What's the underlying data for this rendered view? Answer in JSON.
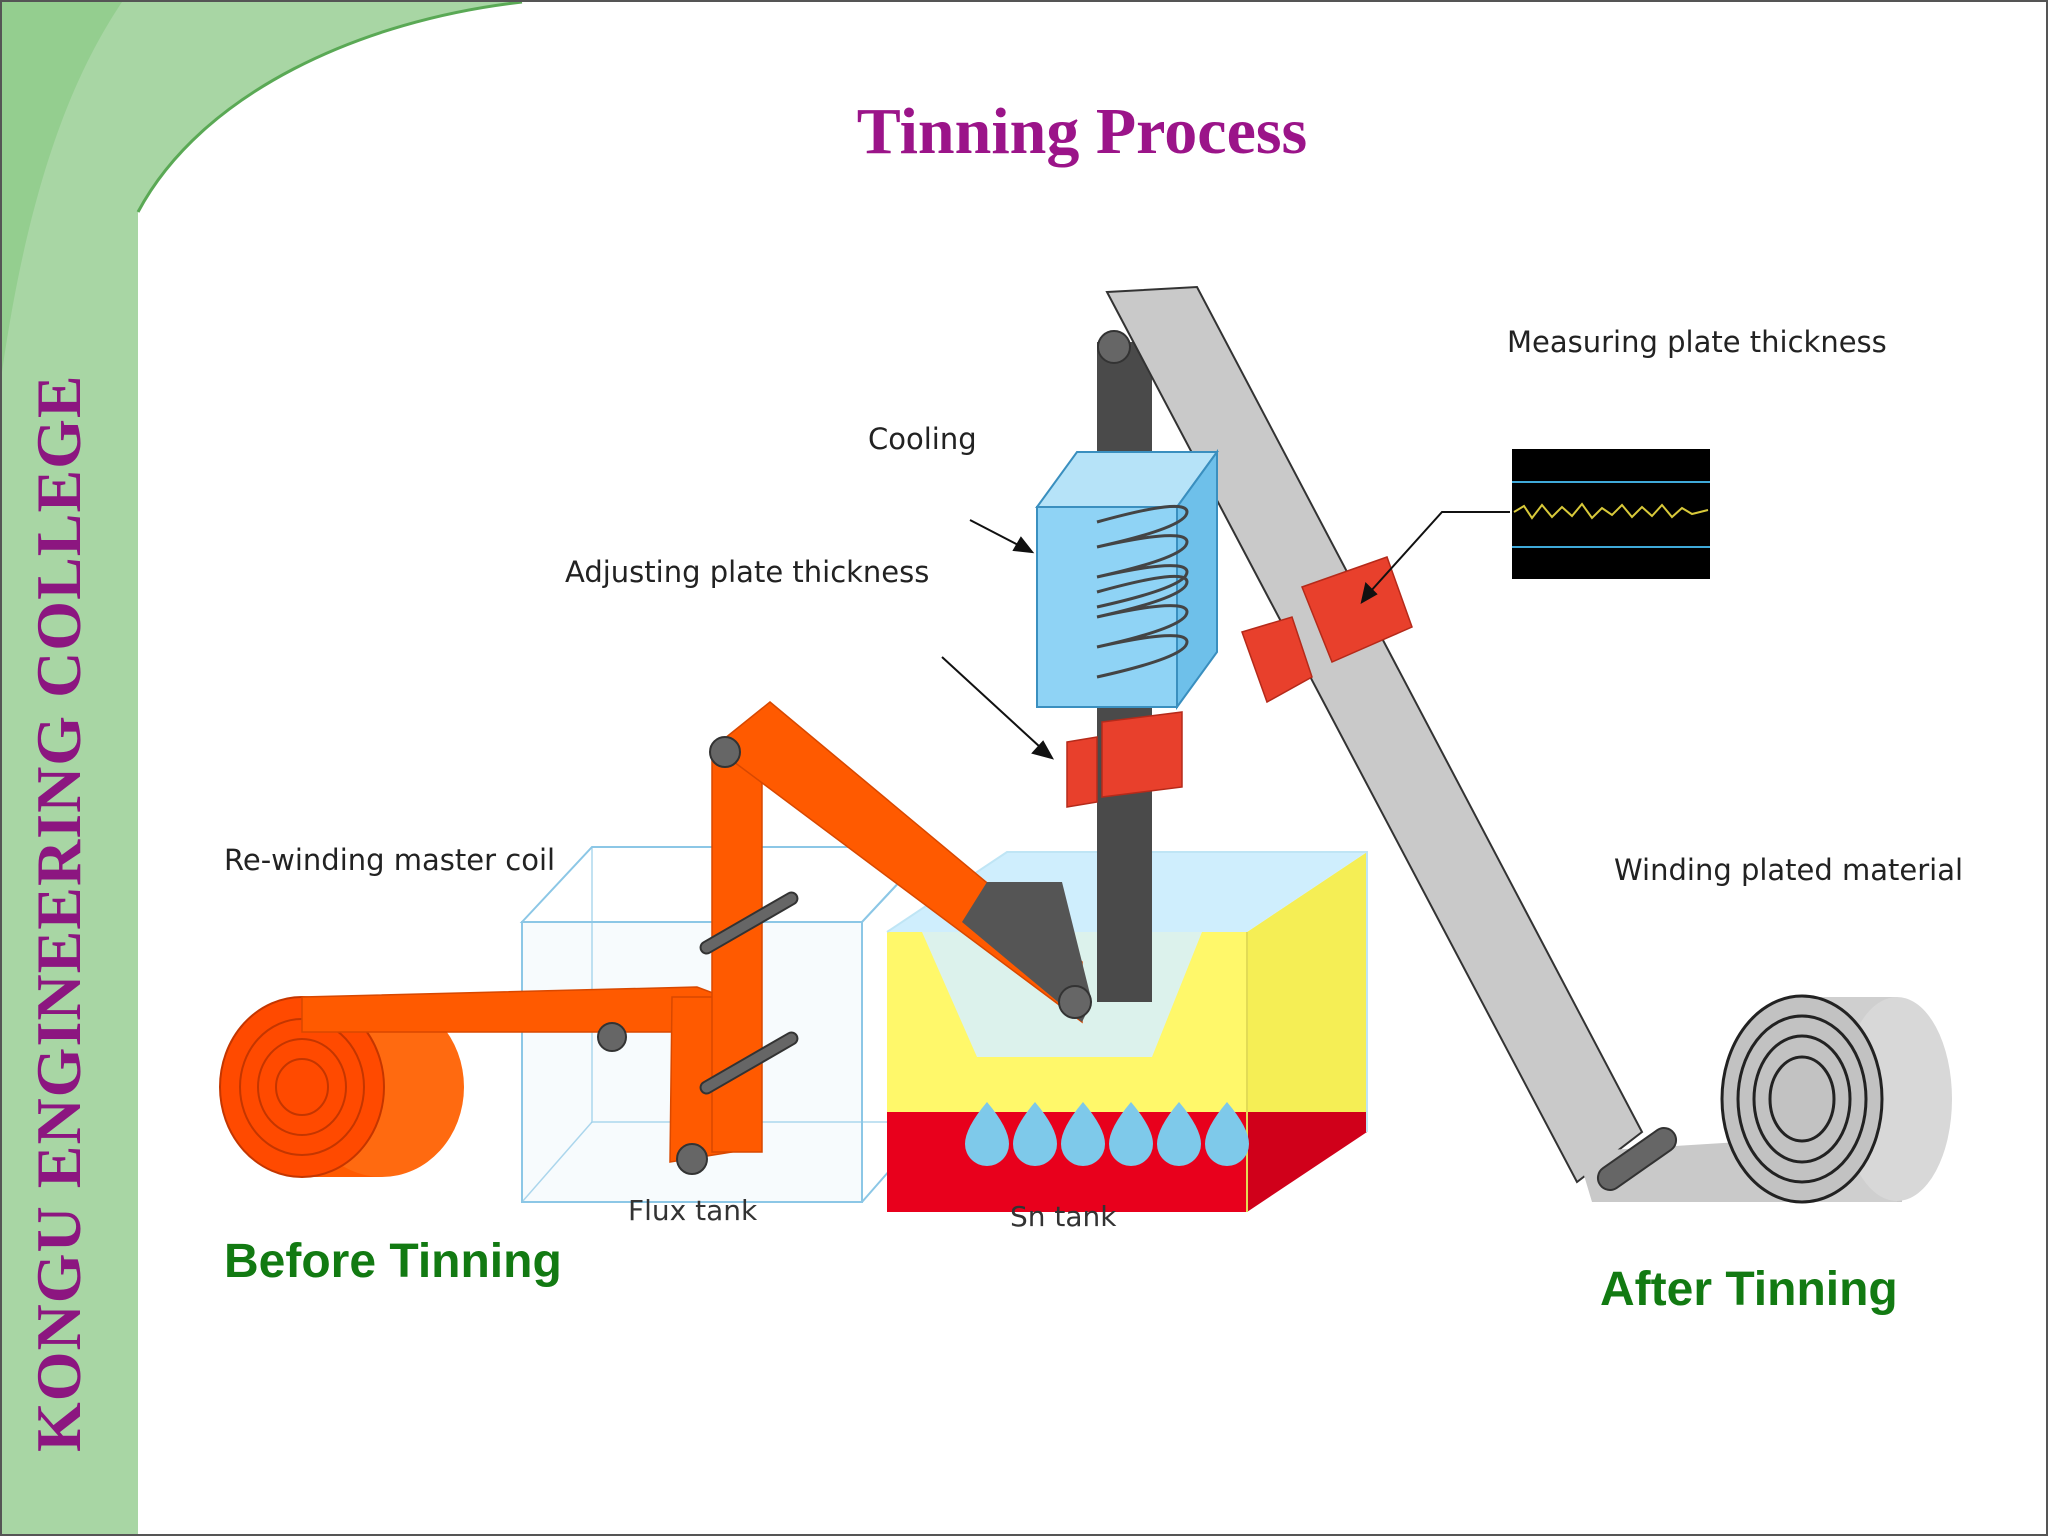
{
  "slide": {
    "title": "Tinning Process",
    "sidebar_title": "KONGU ENGINEERING COLLEGE",
    "before_caption": "Before Tinning",
    "after_caption": "After Tinning"
  },
  "diagram": {
    "labels": {
      "measuring": "Measuring plate thickness",
      "cooling": "Cooling",
      "adjusting": "Adjusting plate thickness",
      "rewinding": "Re-winding master coil",
      "winding": "Winding plated material",
      "flux_tank": "Flux tank",
      "sn_tank": "Sn tank"
    }
  },
  "colors": {
    "title": "#9b1489",
    "caption": "#127a12",
    "sidebar_green": "#a8d6a4",
    "strip_orange": "#ff5a00",
    "plated_gray": "#c9c9c9",
    "solder_yellow": "#fff86a",
    "heater_red": "#e8001c",
    "cooling_blue": "#8fd3f5"
  }
}
